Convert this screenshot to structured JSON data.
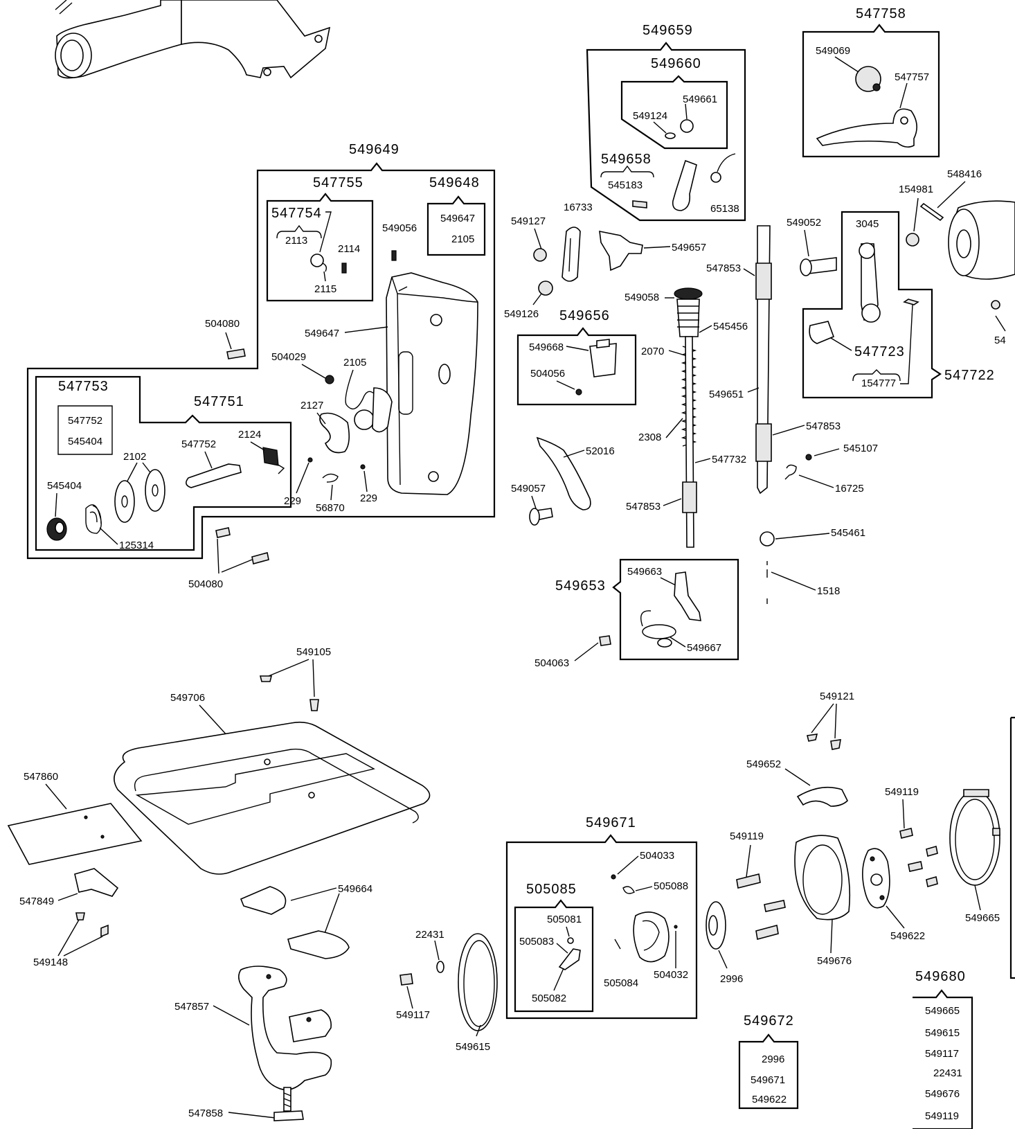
{
  "group_labels": {
    "g549659": "549659",
    "g549660": "549660",
    "g549658": "549658",
    "g547758": "547758",
    "g549649": "549649",
    "g547755": "547755",
    "g547754": "547754",
    "g549648": "549648",
    "g547753": "547753",
    "g547751": "547751",
    "g549656": "549656",
    "g547723": "547723",
    "g547722": "547722",
    "g549653": "549653",
    "g549671": "549671",
    "g505085": "505085",
    "g549672": "549672",
    "g549680": "549680"
  },
  "part_labels": {
    "p549069": "549069",
    "p547757": "547757",
    "p549661": "549661",
    "p549124": "549124",
    "p545183": "545183",
    "p65138": "65138",
    "p548416": "548416",
    "p154981": "154981",
    "p549052": "549052",
    "p3045": "3045",
    "p154777": "154777",
    "p549127": "549127",
    "p16733": "16733",
    "p549657": "549657",
    "p547853a": "547853",
    "p549058": "549058",
    "p545456": "545456",
    "p549126": "549126",
    "p2070": "2070",
    "p549668": "549668",
    "p504056": "504056",
    "p549651": "549651",
    "p547853b": "547853",
    "p2308": "2308",
    "p52016": "52016",
    "p547732": "547732",
    "p545107": "545107",
    "p549057": "549057",
    "p16725": "16725",
    "p547853c": "547853",
    "p545461": "545461",
    "p549663": "549663",
    "p1518": "1518",
    "p549667": "549667",
    "p504063": "504063",
    "p2113": "2113",
    "p2114": "2114",
    "p2115": "2115",
    "p549056": "549056",
    "p549647box": "549647",
    "p2105box": "2105",
    "p549647": "549647",
    "p504080a": "504080",
    "p504029": "504029",
    "p2105": "2105",
    "p2127": "2127",
    "p547752box": "547752",
    "p545404box": "545404",
    "p2124": "2124",
    "p2102": "2102",
    "p547752": "547752",
    "p545404": "545404",
    "p229a": "229",
    "p229b": "229",
    "p56870": "56870",
    "p125314": "125314",
    "p504080b": "504080",
    "p549105": "549105",
    "p549706": "549706",
    "p547860": "547860",
    "p547849": "547849",
    "p549664": "549664",
    "p549148": "549148",
    "p547857": "547857",
    "p547858": "547858",
    "p549121": "549121",
    "p549652": "549652",
    "p549119a": "549119",
    "p549119b": "549119",
    "p504033": "504033",
    "p505088": "505088",
    "p505081": "505081",
    "p505083": "505083",
    "p504032": "504032",
    "p505084": "505084",
    "p505082": "505082",
    "p22431": "22431",
    "p549117": "549117",
    "p549615": "549615",
    "p2996": "2996",
    "p549676": "549676",
    "p549622": "549622",
    "p549665": "549665",
    "p54cut": "54"
  },
  "kit_549672": [
    "2996",
    "549671",
    "549622"
  ],
  "kit_549680": [
    "549665",
    "549615",
    "549117",
    "22431",
    "549676",
    "549119"
  ]
}
